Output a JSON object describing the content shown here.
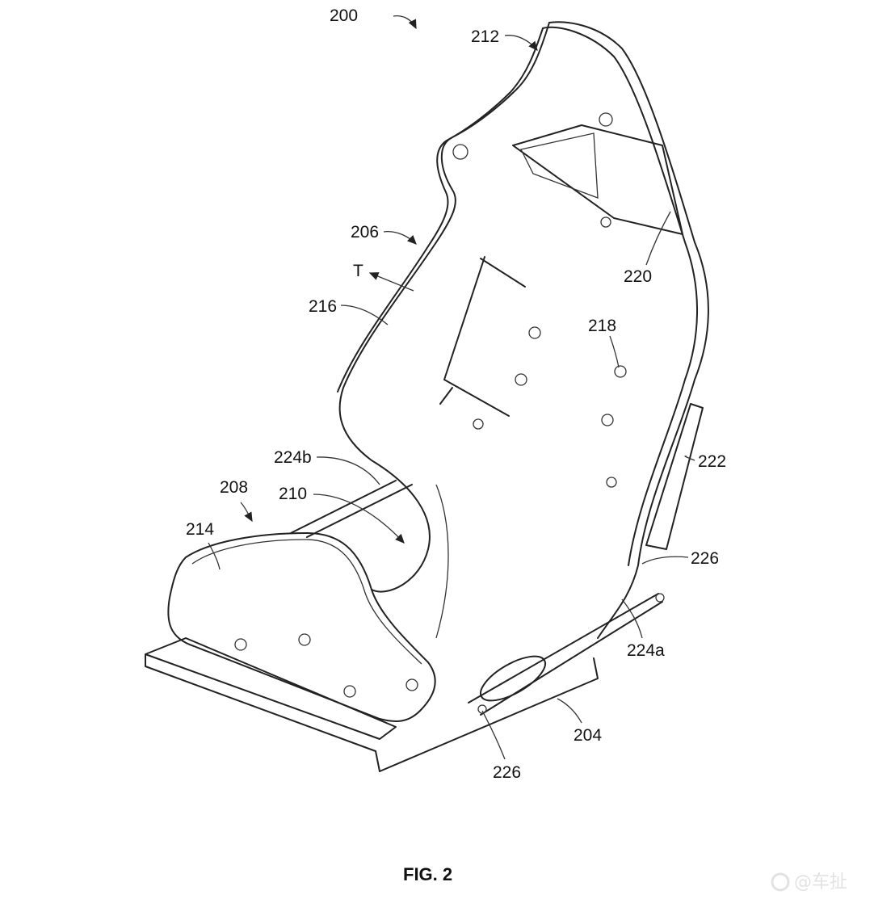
{
  "figure": {
    "caption": "FIG. 2",
    "labels": {
      "seat_assembly": "200",
      "rail": "204",
      "backrest": "206",
      "seat_cushion": "208",
      "strut_rear": "210",
      "backrest_top": "212",
      "cushion_shell": "214",
      "backrest_shell": "216",
      "mount_holes": "218",
      "upper_panel": "220",
      "side_member": "222",
      "actuator_a": "224a",
      "actuator_b": "224b",
      "pivot_upper": "226",
      "pivot_lower": "226",
      "direction": "T"
    }
  },
  "watermark": "@车扯"
}
